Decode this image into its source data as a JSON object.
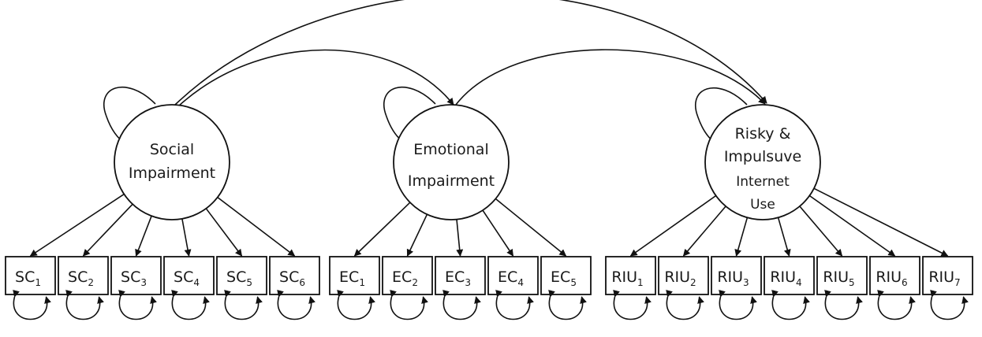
{
  "latents": [
    {
      "id": "social",
      "lines": [
        "Social",
        "Impairment"
      ]
    },
    {
      "id": "emotional",
      "lines": [
        "Emotional",
        "Impairment"
      ]
    },
    {
      "id": "risky",
      "lines": [
        "Risky &",
        "Impulsuve",
        "Internet",
        "Use"
      ]
    }
  ],
  "indicators": {
    "social": [
      {
        "prefix": "SC",
        "sub": "1"
      },
      {
        "prefix": "SC",
        "sub": "2"
      },
      {
        "prefix": "SC",
        "sub": "3"
      },
      {
        "prefix": "SC",
        "sub": "4"
      },
      {
        "prefix": "SC",
        "sub": "5"
      },
      {
        "prefix": "SC",
        "sub": "6"
      }
    ],
    "emotional": [
      {
        "prefix": "EC",
        "sub": "1"
      },
      {
        "prefix": "EC",
        "sub": "2"
      },
      {
        "prefix": "EC",
        "sub": "3"
      },
      {
        "prefix": "EC",
        "sub": "4"
      },
      {
        "prefix": "EC",
        "sub": "5"
      }
    ],
    "risky": [
      {
        "prefix": "RIU",
        "sub": "1"
      },
      {
        "prefix": "RIU",
        "sub": "2"
      },
      {
        "prefix": "RIU",
        "sub": "3"
      },
      {
        "prefix": "RIU",
        "sub": "4"
      },
      {
        "prefix": "RIU",
        "sub": "5"
      },
      {
        "prefix": "RIU",
        "sub": "6"
      },
      {
        "prefix": "RIU",
        "sub": "7"
      }
    ]
  },
  "covariances": [
    {
      "from": "social",
      "to": "emotional"
    },
    {
      "from": "emotional",
      "to": "risky"
    },
    {
      "from": "social",
      "to": "risky"
    }
  ],
  "colors": {
    "stroke": "#111111",
    "fill": "#ffffff",
    "text": "#1a1a1a"
  }
}
